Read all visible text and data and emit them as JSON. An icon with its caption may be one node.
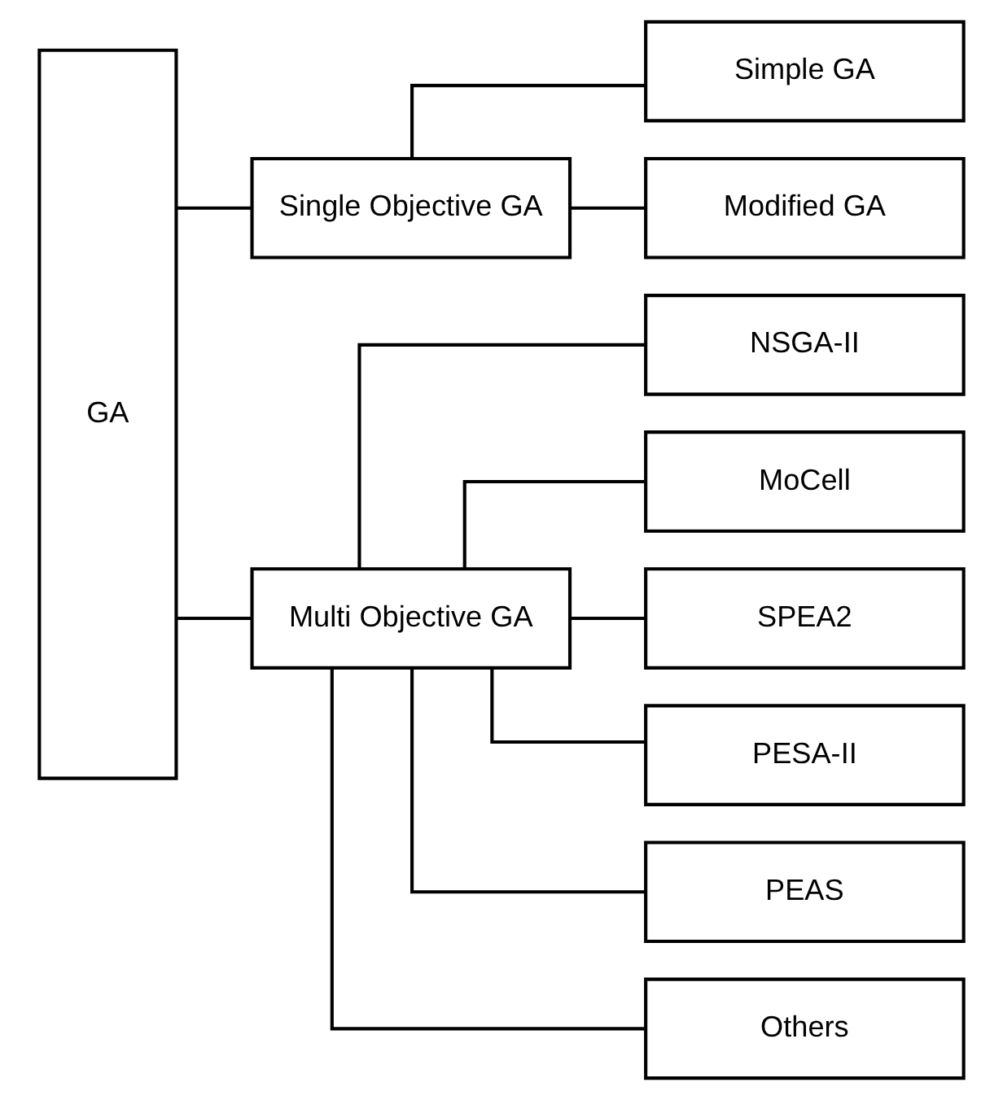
{
  "diagram": {
    "nodes": [
      {
        "text": [
          "GA"
        ]
      },
      {
        "text": [
          "Single Objective GA"
        ]
      },
      {
        "text": [
          "Simple GA"
        ]
      },
      {
        "text": [
          "Modified GA"
        ]
      },
      {
        "text": [
          "Multi Objective GA"
        ]
      },
      {
        "text": [
          "NSGA-II"
        ]
      },
      {
        "text": [
          "MoCell"
        ]
      },
      {
        "text": [
          "SPEA2"
        ]
      },
      {
        "text": [
          "PESA-II"
        ]
      },
      {
        "text": [
          "PEAS"
        ]
      },
      {
        "text": [
          "Others"
        ]
      }
    ],
    "edges": [
      {
        "from": 0,
        "to": 1,
        "arrow": "none"
      },
      {
        "from": 0,
        "to": 4,
        "arrow": "none"
      },
      {
        "from": 1,
        "to": 2,
        "arrow": "none"
      },
      {
        "from": 1,
        "to": 3,
        "arrow": "none"
      },
      {
        "from": 4,
        "to": 5,
        "arrow": "none"
      },
      {
        "from": 4,
        "to": 6,
        "arrow": "none"
      },
      {
        "from": 4,
        "to": 7,
        "arrow": "none"
      },
      {
        "from": 4,
        "to": 8,
        "arrow": "none"
      },
      {
        "from": 4,
        "to": 9,
        "arrow": "none"
      },
      {
        "from": 4,
        "to": 10,
        "arrow": "none"
      }
    ]
  }
}
